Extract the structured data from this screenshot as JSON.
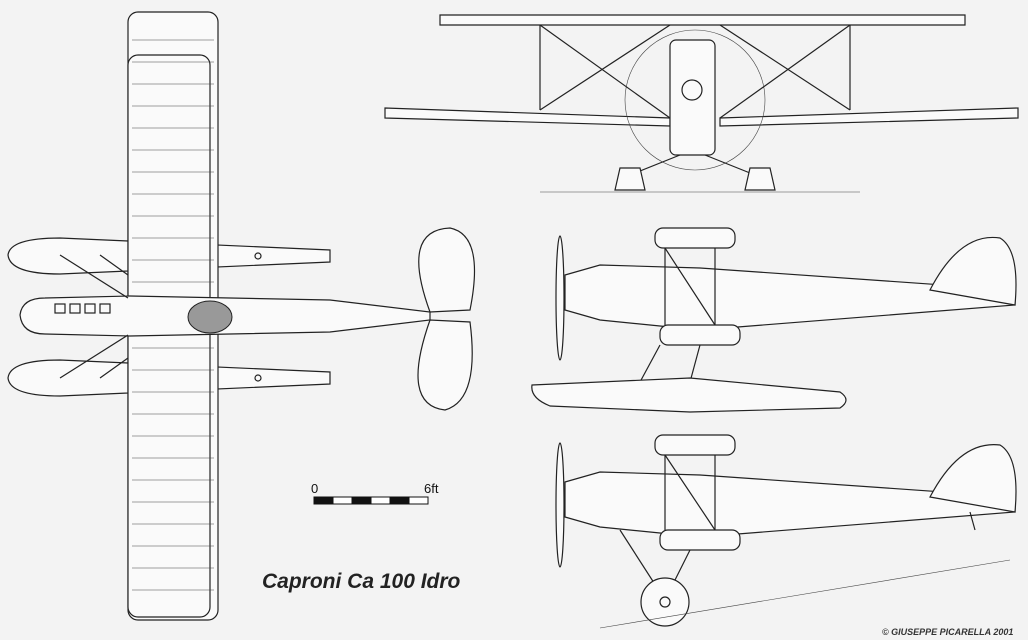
{
  "drawing": {
    "title": "Caproni Ca 100 Idro",
    "credit": "© GIUSEPPE PICARELLA 2001",
    "scale": {
      "start_label": "0",
      "end_label": "6ft",
      "segments": 6
    }
  }
}
